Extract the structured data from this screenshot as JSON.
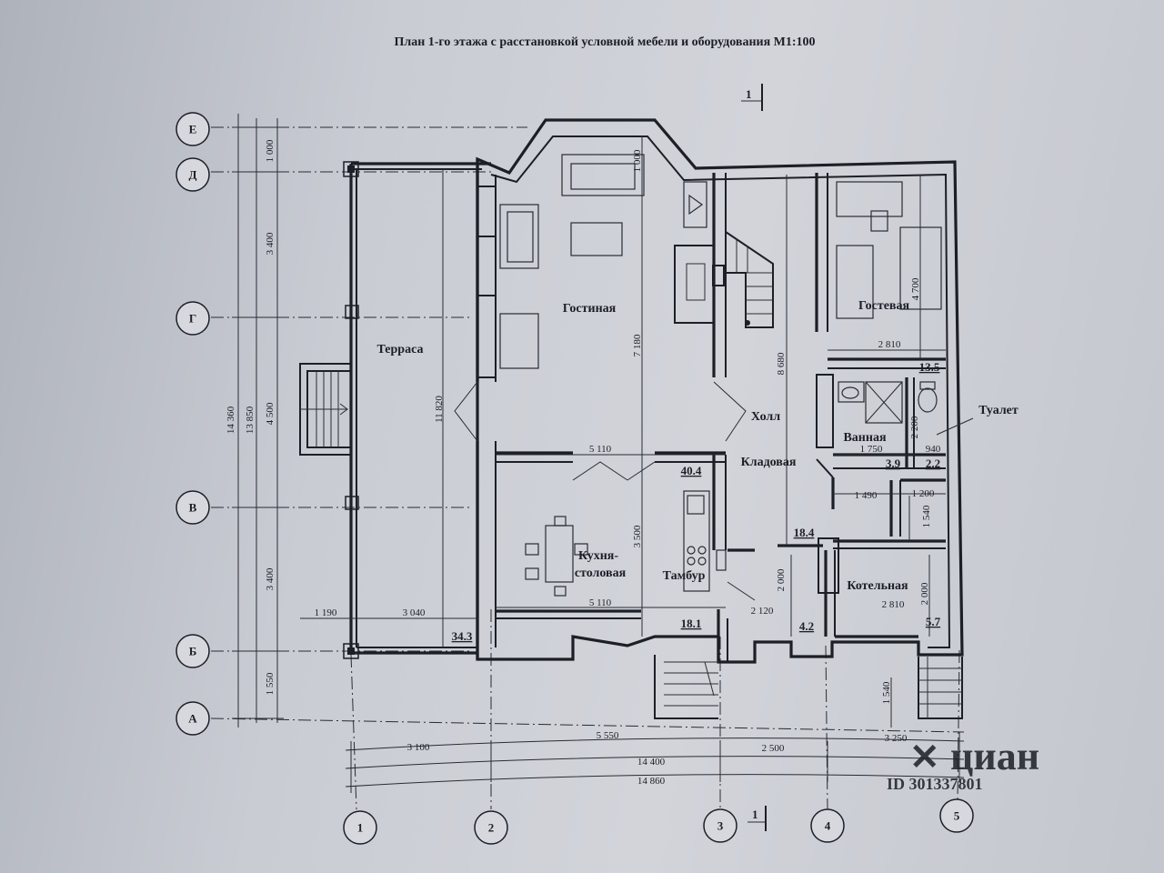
{
  "title": "План 1-го этажа с расстановкой условной мебели и оборудования М1:100",
  "section_marker": "1",
  "axes": {
    "rows": [
      "Е",
      "Д",
      "Г",
      "В",
      "Б",
      "А"
    ],
    "columns": [
      "1",
      "2",
      "3",
      "4",
      "5"
    ]
  },
  "rooms": [
    {
      "name": "Терраса"
    },
    {
      "name": "Гостиная"
    },
    {
      "name": "Гостевая"
    },
    {
      "name": "Холл"
    },
    {
      "name": "Ванная"
    },
    {
      "name": "Туалет"
    },
    {
      "name": "Кладовая"
    },
    {
      "name": "Кухня-"
    },
    {
      "name": "столовая"
    },
    {
      "name": "Тамбур"
    },
    {
      "name": "Котельная"
    }
  ],
  "areas": [
    "34.3",
    "40.4",
    "18.1",
    "13.5",
    "3.9",
    "2.2",
    "18.4",
    "4.2",
    "5.7"
  ],
  "dimensions": {
    "left_vertical": [
      "1 000",
      "3 400",
      "4 500",
      "3 400",
      "1 550"
    ],
    "left_totals": [
      "14 360",
      "13 850"
    ],
    "terrace_height": "11 820",
    "living_height": "7 180",
    "hall_height": "8 680",
    "guest_height": "4 700",
    "guest_width": "2 810",
    "top_small": "1 000",
    "bath_height": "2 200",
    "bath_width": "1 750",
    "wc_width": "940",
    "storage_width": "1 490",
    "storage_right": "1 200",
    "storage_height": "1 540",
    "kitchen_width_top": "5 110",
    "kitchen_width_bottom": "5 110",
    "kitchen_height": "3 500",
    "vestibule_width": "2 120",
    "vestibule_height": "2 000",
    "boiler_width": "2 810",
    "boiler_height": "2 000",
    "terrace_left": "1 190",
    "terrace_width": "3 040",
    "porch_height": "1 540",
    "bottom_row1": [
      "3 100",
      "5 550",
      "2 500",
      "3 250"
    ],
    "bottom_total1": "14 400",
    "bottom_total2": "14 860"
  },
  "watermark": {
    "brand": "циан",
    "id": "ID 301337801"
  }
}
